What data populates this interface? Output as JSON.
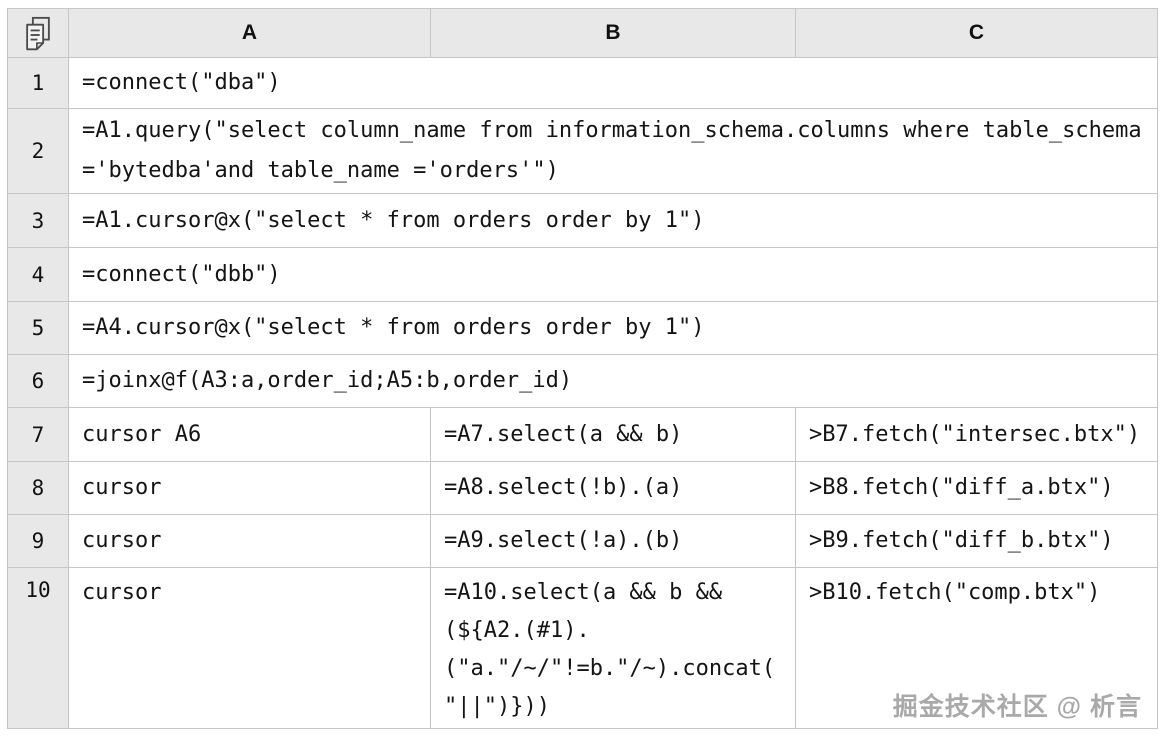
{
  "colors": {
    "header_bg": "#e8e8e8",
    "grid_border": "#c6c6c6",
    "cell_text": "#141414",
    "watermark_text": "#a9a9a9"
  },
  "watermark": {
    "text": "掘金技术社区 @ 析言"
  },
  "table": {
    "corner_icon": "copy-pages-icon",
    "columns": {
      "a": "A",
      "b": "B",
      "c": "C"
    },
    "rows": [
      {
        "num": "1",
        "a": "=connect(\"dba\")"
      },
      {
        "num": "2",
        "a": "=A1.query(\"select column_name from information_schema.columns where table_schema\n='bytedba'and table_name ='orders'\")"
      },
      {
        "num": "3",
        "a": "=A1.cursor@x(\"select * from orders order by 1\")"
      },
      {
        "num": "4",
        "a": "=connect(\"dbb\")"
      },
      {
        "num": "5",
        "a": "=A4.cursor@x(\"select * from orders order by 1\")"
      },
      {
        "num": "6",
        "a": "=joinx@f(A3:a,order_id;A5:b,order_id)"
      },
      {
        "num": "7",
        "a": "cursor A6",
        "b": "=A7.select(a && b)",
        "c": ">B7.fetch(\"intersec.btx\")"
      },
      {
        "num": "8",
        "a": "cursor",
        "b": "=A8.select(!b).(a)",
        "c": ">B8.fetch(\"diff_a.btx\")"
      },
      {
        "num": "9",
        "a": "cursor",
        "b": "=A9.select(!a).(b)",
        "c": ">B9.fetch(\"diff_b.btx\")"
      },
      {
        "num": "10",
        "a": "cursor",
        "b": "=A10.select(a && b &&\n(${A2.(#1).\n(\"a.\"/~/\"!=b.\"/~).concat(\n\"||\")}))",
        "c": ">B10.fetch(\"comp.btx\")"
      }
    ]
  }
}
